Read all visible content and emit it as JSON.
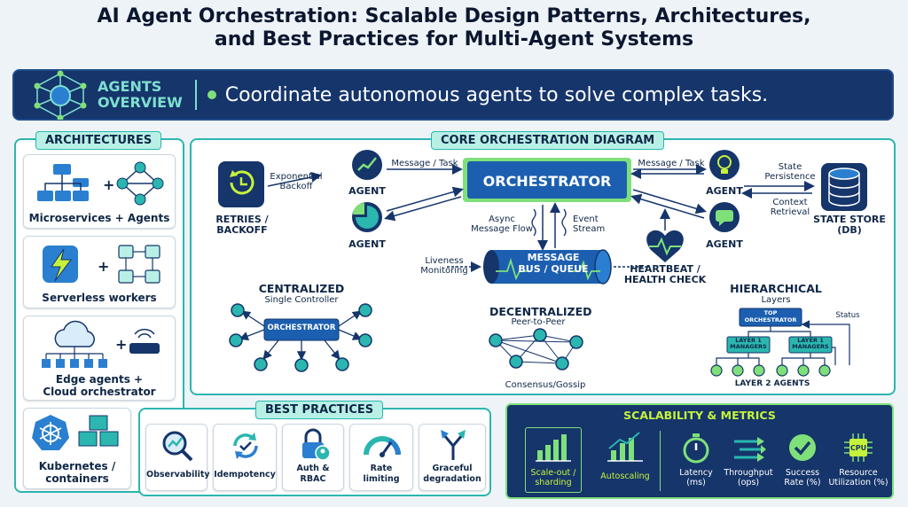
{
  "title": {
    "line1": "AI Agent Orchestration: Scalable Design Patterns, Architectures,",
    "line2": "and Best Practices for Multi-Agent Systems"
  },
  "banner": {
    "heading_line1": "AGENTS",
    "heading_line2": "OVERVIEW",
    "tagline": "Coordinate autonomous agents to solve complex tasks."
  },
  "architectures": {
    "title": "ARCHITECTURES",
    "items": [
      {
        "label": "Microservices + Agents"
      },
      {
        "label": "Serverless workers"
      },
      {
        "label_line1": "Edge agents +",
        "label_line2": "Cloud orchestrator"
      },
      {
        "label_line1": "Kubernetes /",
        "label_line2": "containers"
      }
    ]
  },
  "core": {
    "title": "CORE ORCHESTRATION DIAGRAM",
    "orchestrator": "ORCHESTRATOR",
    "agent": "AGENT",
    "retries_line1": "RETRIES /",
    "retries_line2": "BACKOFF",
    "exp_line1": "Exponential",
    "exp_line2": "Backoff",
    "msg_task": "Message / Task",
    "async_line1": "Async",
    "async_line2": "Message Flow",
    "event_line1": "Event",
    "event_line2": "Stream",
    "bus_line1": "MESSAGE",
    "bus_line2": "BUS / QUEUE",
    "liveness_line1": "Liveness",
    "liveness_line2": "Monitoring",
    "heartbeat_line1": "HEARTBEAT /",
    "heartbeat_line2": "HEALTH CHECK",
    "state_persist_line1": "State",
    "state_persist_line2": "Persistence",
    "context_line1": "Context",
    "context_line2": "Retrieval",
    "store_line1": "STATE STORE",
    "store_line2": "(DB)"
  },
  "patterns": {
    "centralized": {
      "title": "CENTRALIZED",
      "sub": "Single Controller",
      "node": "ORCHESTRATOR"
    },
    "decentralized": {
      "title": "DECENTRALIZED",
      "sub": "Peer-to-Peer",
      "foot": "Consensus/Gossip"
    },
    "hierarchical": {
      "title": "HIERARCHICAL",
      "sub": "Layers",
      "top_line1": "TOP",
      "top_line2": "ORCHESTRATOR",
      "mgr_line1": "LAYER 1",
      "mgr_line2": "MANAGERS",
      "status": "Status",
      "foot": "LAYER 2 AGENTS"
    }
  },
  "best_practices": {
    "title": "BEST PRACTICES",
    "items": [
      {
        "label": "Observability"
      },
      {
        "label": "Idempotency"
      },
      {
        "label_line1": "Auth &",
        "label_line2": "RBAC"
      },
      {
        "label_line1": "Rate",
        "label_line2": "limiting"
      },
      {
        "label_line1": "Graceful",
        "label_line2": "degradation"
      }
    ]
  },
  "metrics": {
    "title": "SCALABILITY & METRICS",
    "scaleout_line1": "Scale-out /",
    "scaleout_line2": "sharding",
    "autoscaling": "Autoscaling",
    "latency_line1": "Latency",
    "latency_line2": "(ms)",
    "throughput_line1": "Throughput",
    "throughput_line2": "(ops)",
    "success_line1": "Success",
    "success_line2": "Rate (%)",
    "resource_line1": "Resource",
    "resource_line2": "Utilization (%)",
    "cpu": "CPU"
  },
  "colors": {
    "navy": "#15356b",
    "teal": "#2bb6b0",
    "mint": "#b8f0e6",
    "green": "#7fe07a",
    "blue": "#2a7fd0"
  }
}
